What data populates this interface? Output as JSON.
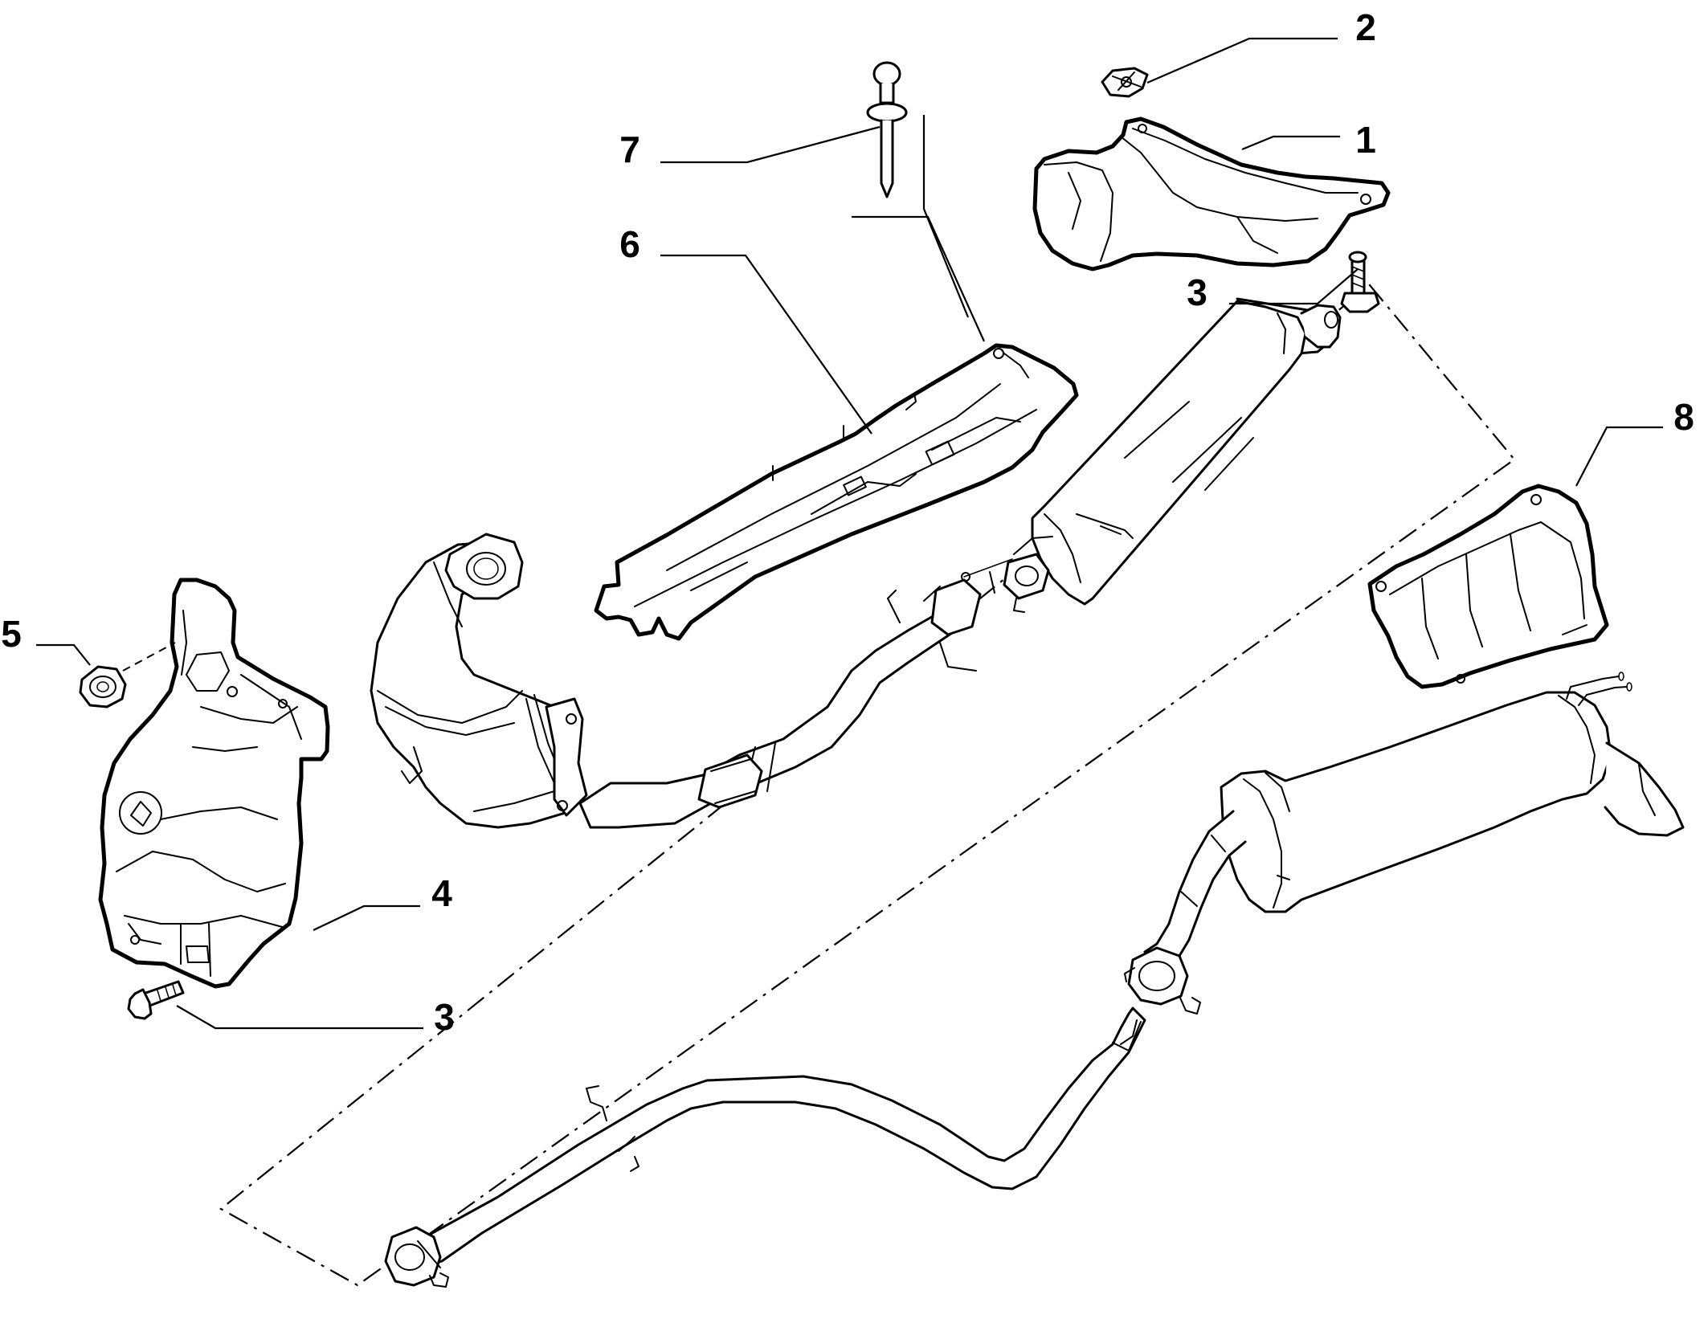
{
  "callouts": {
    "c1": "1",
    "c2": "2",
    "c3_top": "3",
    "c3_bottom": "3",
    "c4": "4",
    "c5": "5",
    "c6": "6",
    "c7": "7",
    "c8": "8"
  },
  "colors": {
    "line": "#000000",
    "background": "#ffffff"
  }
}
